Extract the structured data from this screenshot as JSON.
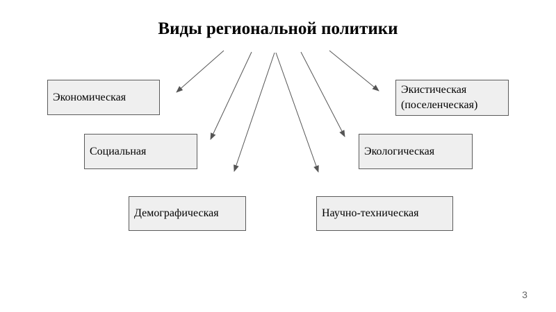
{
  "slide": {
    "title": "Виды региональной политики",
    "page_number": "3"
  },
  "boxes": {
    "economic": "Экономическая",
    "social": "Социальная",
    "demographic": "Демографическая",
    "ekistic": "Экистическая\n(поселенческая)",
    "ecological": "Экологическая",
    "scientific_technical": "Научно-техническая"
  },
  "colors": {
    "box_fill": "#efefef",
    "box_border": "#5a5a5a",
    "arrow": "#555555",
    "page_number": "#666666"
  }
}
